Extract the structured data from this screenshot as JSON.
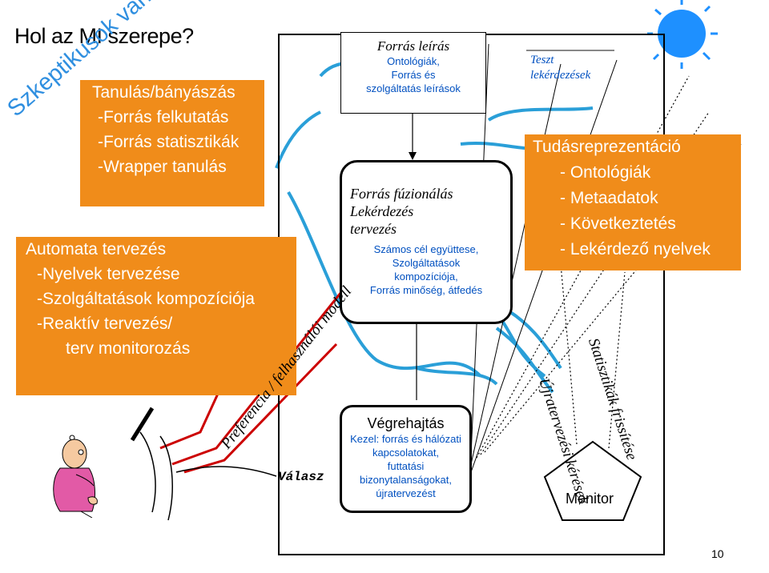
{
  "title": "Hol az MI szerepe?",
  "watermark": "Szkeptikusok vannak",
  "learning_box": {
    "lines": [
      "Tanulás/bányászás",
      "-Forrás felkutatás",
      "-Forrás statisztikák",
      "-Wrapper tanulás"
    ]
  },
  "planning_box": {
    "lines": [
      "Automata tervezés",
      "-Nyelvek tervezése",
      "-Szolgáltatások kompozíciója",
      "-Reaktív tervezés/",
      "terv monitorozás"
    ]
  },
  "knowledge_box": {
    "lines": [
      "Tudásreprezentáció",
      "- Ontológiák",
      "- Metaadatok",
      "- Következtetés",
      "- Lekérdező nyelvek"
    ]
  },
  "source_box": {
    "title": "Forrás leírás",
    "lines": [
      "Ontológiák,",
      "Forrás és",
      "szolgáltatás leírások"
    ]
  },
  "fusion_box": {
    "title_lines": [
      "Forrás fúzionálás",
      "Lekérdezés",
      "tervezés"
    ],
    "lines": [
      "Számos cél együttese,",
      "Szolgáltatások",
      "kompozíciója,",
      "Forrás minőség, átfedés"
    ]
  },
  "exec_box": {
    "title": "Végrehajtás",
    "lines": [
      "Kezel: forrás és hálózati",
      "kapcsolatokat,",
      "futtatási",
      "bizonytalanságokat,",
      "újratervezést"
    ]
  },
  "test_queries": [
    "Teszt",
    "lekérdezések"
  ],
  "labels": {
    "preference": "Preferencia / felhasználói modell",
    "answer": "Válasz",
    "replanning": "Újratervezési kérések",
    "stats_update": "Statisztikák frissítése",
    "monitor": "Monitor"
  },
  "page_number": "10",
  "colors": {
    "orange": "#f08c1a",
    "blue_text": "#0050c0",
    "curve_blue": "#2a9fd8",
    "sun": "#1e90ff",
    "arrow_red": "#cc0000"
  }
}
